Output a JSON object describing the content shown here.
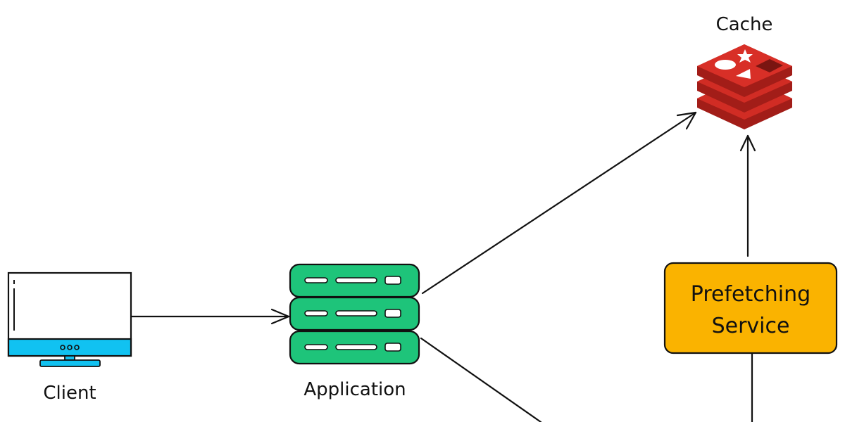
{
  "nodes": {
    "cache": {
      "label": "Cache"
    },
    "client": {
      "label": "Client"
    },
    "application": {
      "label": "Application"
    },
    "prefetching_service": {
      "line1": "Prefetching",
      "line2": "Service"
    }
  },
  "colors": {
    "cache_red": "#d12c24",
    "cache_dark": "#a21d18",
    "server_green": "#1ec47a",
    "monitor_blue": "#11c2f1",
    "service_orange": "#fab300",
    "stroke": "#111111"
  },
  "icons": {
    "cache": "redis-stack-icon",
    "client": "desktop-monitor-icon",
    "application": "server-stack-icon"
  }
}
